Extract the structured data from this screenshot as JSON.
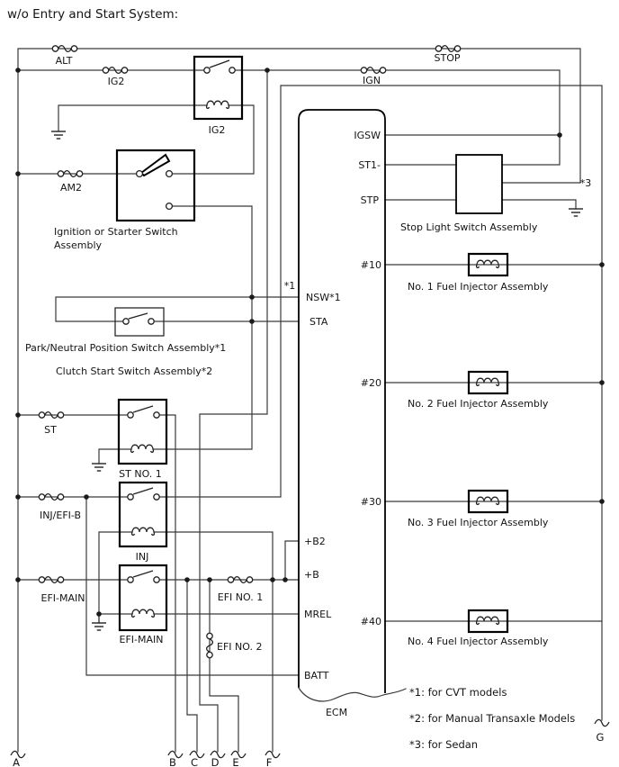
{
  "title": "w/o Entry and Start System:",
  "fuses": {
    "alt": "ALT",
    "stop": "STOP",
    "ig2": "IG2",
    "ign": "IGN",
    "am2": "AM2",
    "st": "ST",
    "inj_efi_b": "INJ/EFI-B",
    "efi_main": "EFI-MAIN",
    "efi_no1": "EFI NO. 1",
    "efi_no2": "EFI NO. 2"
  },
  "relays": {
    "ig2": "IG2",
    "st_no1": "ST NO. 1",
    "inj": "INJ",
    "efi_main": "EFI-MAIN"
  },
  "assemblies": {
    "ignition_line1": "Ignition or Starter Switch",
    "ignition_line2": "Assembly",
    "park_neutral": "Park/Neutral Position Switch Assembly*1",
    "clutch_start": "Clutch Start Switch Assembly*2",
    "stop_light": "Stop Light Switch Assembly",
    "injector1": "No. 1 Fuel Injector Assembly",
    "injector2": "No. 2 Fuel Injector Assembly",
    "injector3": "No. 3 Fuel Injector Assembly",
    "injector4": "No. 4 Fuel Injector Assembly"
  },
  "ecm": {
    "name": "ECM",
    "igsw": "IGSW",
    "st1_minus": "ST1-",
    "stp": "STP",
    "nsw": "NSW*1",
    "sta": "STA",
    "b2": "+B2",
    "b": "+B",
    "mrel": "MREL",
    "batt": "BATT",
    "inj10": "#10",
    "inj20": "#20",
    "inj30": "#30",
    "inj40": "#40"
  },
  "connectors": {
    "a": "A",
    "b": "B",
    "c": "C",
    "d": "D",
    "e": "E",
    "f": "F",
    "g": "G"
  },
  "annotations": {
    "star1": "*1",
    "star3": "*3",
    "note1": "*1: for CVT models",
    "note2": "*2: for Manual Transaxle Models",
    "note3": "*3: for Sedan"
  },
  "colors": {
    "background": "#ffffff",
    "wire": "#3a3a3a",
    "component": "#000000"
  }
}
